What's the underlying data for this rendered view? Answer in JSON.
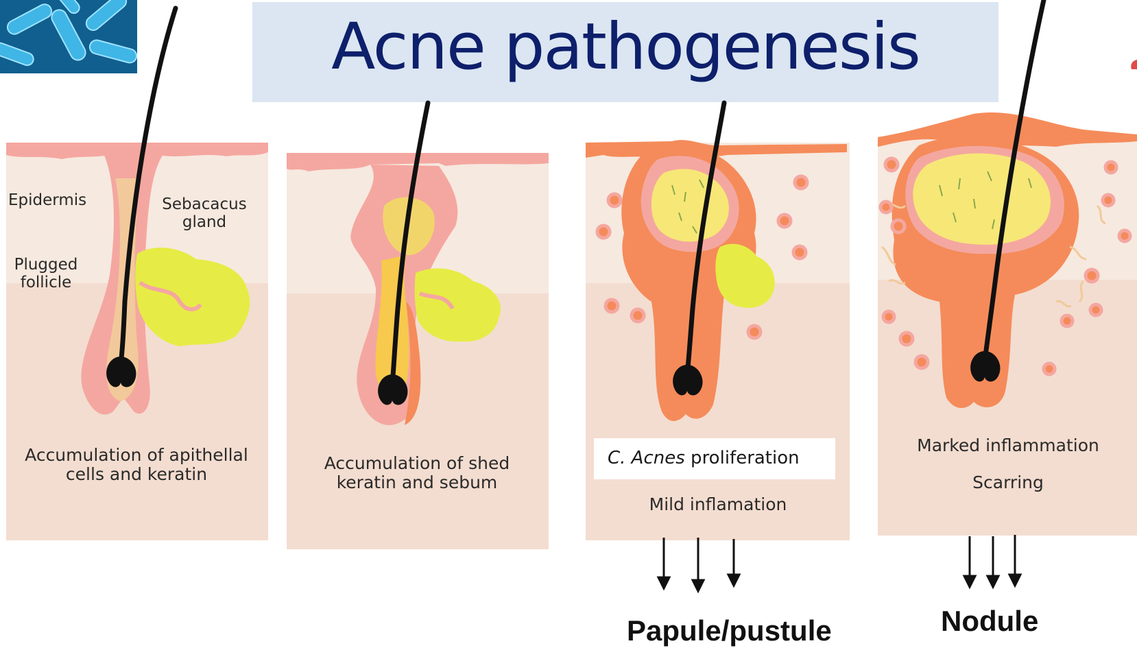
{
  "title": "Acne pathogenesis",
  "panels": [
    {
      "labels": {
        "epidermis": "Epidermis",
        "sebaceous_line1": "Sebacacus",
        "sebaceous_line2": "gland",
        "plugged_line1": "Plugged",
        "plugged_line2": "follicle",
        "caption_line1": "Accumulation of apithellal",
        "caption_line2": "cells and keratin"
      }
    },
    {
      "labels": {
        "caption_line1": "Accumulation of shed",
        "caption_line2": "keratin and sebum"
      }
    },
    {
      "labels": {
        "note_italic": "C. Acnes",
        "note_rest": " proliferation",
        "caption": "Mild inflamation"
      },
      "outcome": "Papule/pustule"
    },
    {
      "labels": {
        "caption_line1": "Marked inflammation",
        "caption_line2": "Scarring"
      },
      "outcome": "Nodule"
    }
  ],
  "colors": {
    "title_bg": "#dbe6f2",
    "title_text": "#0e1f6b",
    "dermis": "#f3ddd0",
    "epidermis": "#f6e9df",
    "skin_pink": "#f4a7a0",
    "sebum_yellow": "#f7e777",
    "gland_yellow": "#e6ec45",
    "inflamed_orange": "#f58b5a",
    "hair": "#111111"
  },
  "icons": [
    "bacteria-image",
    "down-arrow-icon"
  ]
}
